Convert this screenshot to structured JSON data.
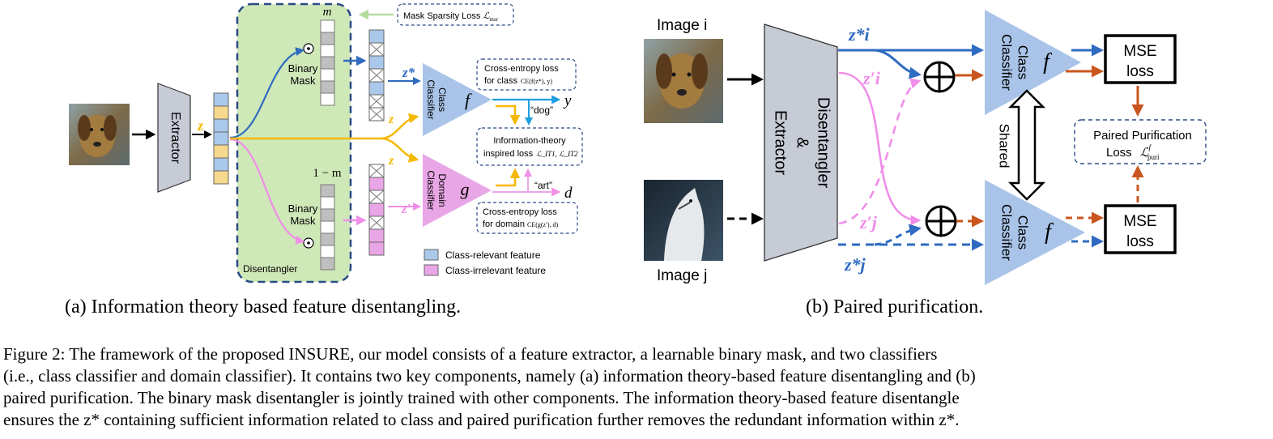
{
  "panel_a": {
    "extractor": "Extractor",
    "z": "z",
    "m_top": "m",
    "one_minus_m": "1 − m",
    "binary_mask_1": "Binary",
    "binary_mask_2": "Mask",
    "disentangler": "Disentangler",
    "mask_sparsity": "Mask Sparsity Loss",
    "mask_sparsity_sym": "ℒ",
    "mask_sparsity_sub": "msr",
    "z_star": "z*",
    "z_prime": "z′",
    "class_classifier_1": "Class",
    "class_classifier_2": "Classifier",
    "f": "f",
    "domain_classifier_1": "Domain",
    "domain_classifier_2": "Classifier",
    "g": "g",
    "ce_class_1": "Cross-entropy loss",
    "ce_class_2": "for class",
    "ce_class_formula": "CE(f(z*), y)",
    "dog": "“dog”",
    "y": "y",
    "info_1": "Information-theory",
    "info_2": "inspired loss",
    "info_formula": "ℒ_IT1, ℒ_IT2",
    "art": "“art”",
    "d": "d",
    "ce_domain_1": "Cross-entropy loss",
    "ce_domain_2": "for domain",
    "ce_domain_formula": "CE(g(z′), d)",
    "legend_relevant": "Class-relevant feature",
    "legend_irrelevant": "Class-irrelevant feature",
    "caption": "(a) Information theory based feature disentangling."
  },
  "panel_b": {
    "image_i": "Image i",
    "image_j": "Image j",
    "extractor_1": "Disentangler",
    "extractor_2": "&",
    "extractor_3": "Extractor",
    "zi_star": "z*i",
    "zi_prime": "z′i",
    "zj_prime": "z′j",
    "zj_star": "z*j",
    "class_classifier_1": "Class",
    "class_classifier_2": "Classifier",
    "f": "f",
    "shared": "Shared",
    "mse": "MSE",
    "loss": "loss",
    "paired_1": "Paired Purification",
    "paired_2": "Loss",
    "paired_sym": "ℒ",
    "paired_sub": "puri",
    "paired_sup": "f",
    "caption": "(b) Paired purification."
  },
  "figure_caption": {
    "line1": "Figure 2: The framework of the proposed INSURE, our model consists of a feature extractor, a learnable binary mask, and two classifiers",
    "line2": "(i.e., class classifier and domain classifier). It contains two key components, namely (a) information theory-based feature disentangling and (b)",
    "line3": "paired purification. The binary mask disentangler is jointly trained with other components. The information theory-based feature disentangle",
    "line4": "ensures the z* containing sufficient information related to class and paired purification further removes the redundant information within z*."
  },
  "colors": {
    "blue": "#2f6bc0",
    "blue_light": "#a9c4e8",
    "pink": "#f08ee8",
    "pink_fill": "#e9a6e6",
    "yellow": "#f5b800",
    "green_box": "#cfe8b8",
    "orange": "#c8561e",
    "cyan": "#1e9ee0"
  }
}
